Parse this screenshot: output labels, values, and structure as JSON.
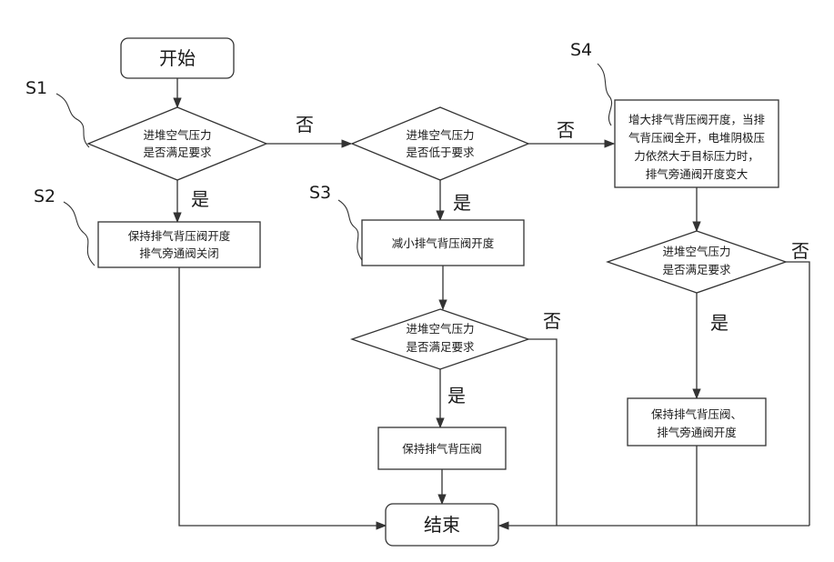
{
  "steps": {
    "s1": "S1",
    "s2": "S2",
    "s3": "S3",
    "s4": "S4"
  },
  "nodes": {
    "start": "开始",
    "end": "结束",
    "d1": [
      "进堆空气压力",
      "是否满足要求"
    ],
    "d2": [
      "进堆空气压力",
      "是否低于要求"
    ],
    "d3": [
      "进堆空气压力",
      "是否满足要求"
    ],
    "d4": [
      "进堆空气压力",
      "是否满足要求"
    ],
    "p_s2": [
      "保持排气背压阀开度",
      "排气旁通阀关闭"
    ],
    "p_s3": "减小排气背压阀开度",
    "p_hold": "保持排气背压阀",
    "p_s4": [
      "增大排气背压阀开度，当排",
      "气背压阀全开，电堆阴极压",
      "力依然大于目标压力时，",
      "排气旁通阀开度变大"
    ],
    "p_final": [
      "保持排气背压阀、",
      "排气旁通阀开度"
    ]
  },
  "labels": {
    "yes": "是",
    "no": "否"
  }
}
